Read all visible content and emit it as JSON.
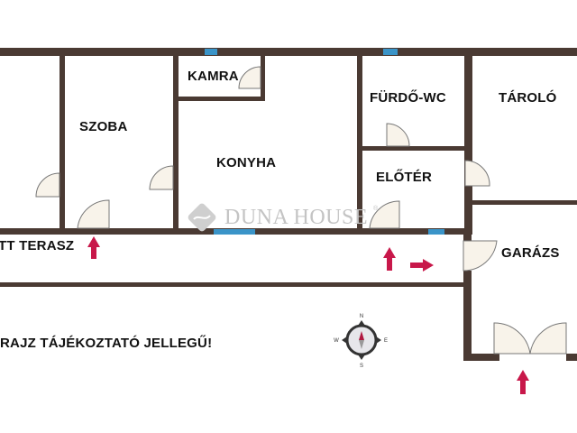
{
  "plan": {
    "wall_color": "#4a3a33",
    "window_color": "#3a94c8",
    "door_fill": "#f8f3ea",
    "arrow_color": "#c8184a",
    "rooms": [
      {
        "id": "szoba",
        "label": "SZOBA"
      },
      {
        "id": "kamra",
        "label": "KAMRA"
      },
      {
        "id": "konyha",
        "label": "KONYHA"
      },
      {
        "id": "furdo-wc",
        "label": "FÜRDŐ-WC"
      },
      {
        "id": "taroló",
        "label": "TÁROLÓ"
      },
      {
        "id": "eloter",
        "label": "ELŐTÉR"
      },
      {
        "id": "garazs",
        "label": "GARÁZS"
      },
      {
        "id": "terasz",
        "label": "TT TERASZ"
      }
    ],
    "disclaimer": "RAJZ TÁJÉKOZTATÓ JELLEGŰ!",
    "watermark": {
      "brand": "DUNA HOUSE",
      "reg": "®"
    },
    "compass": {
      "n": "N",
      "e": "E",
      "s": "S",
      "w": "W"
    }
  }
}
